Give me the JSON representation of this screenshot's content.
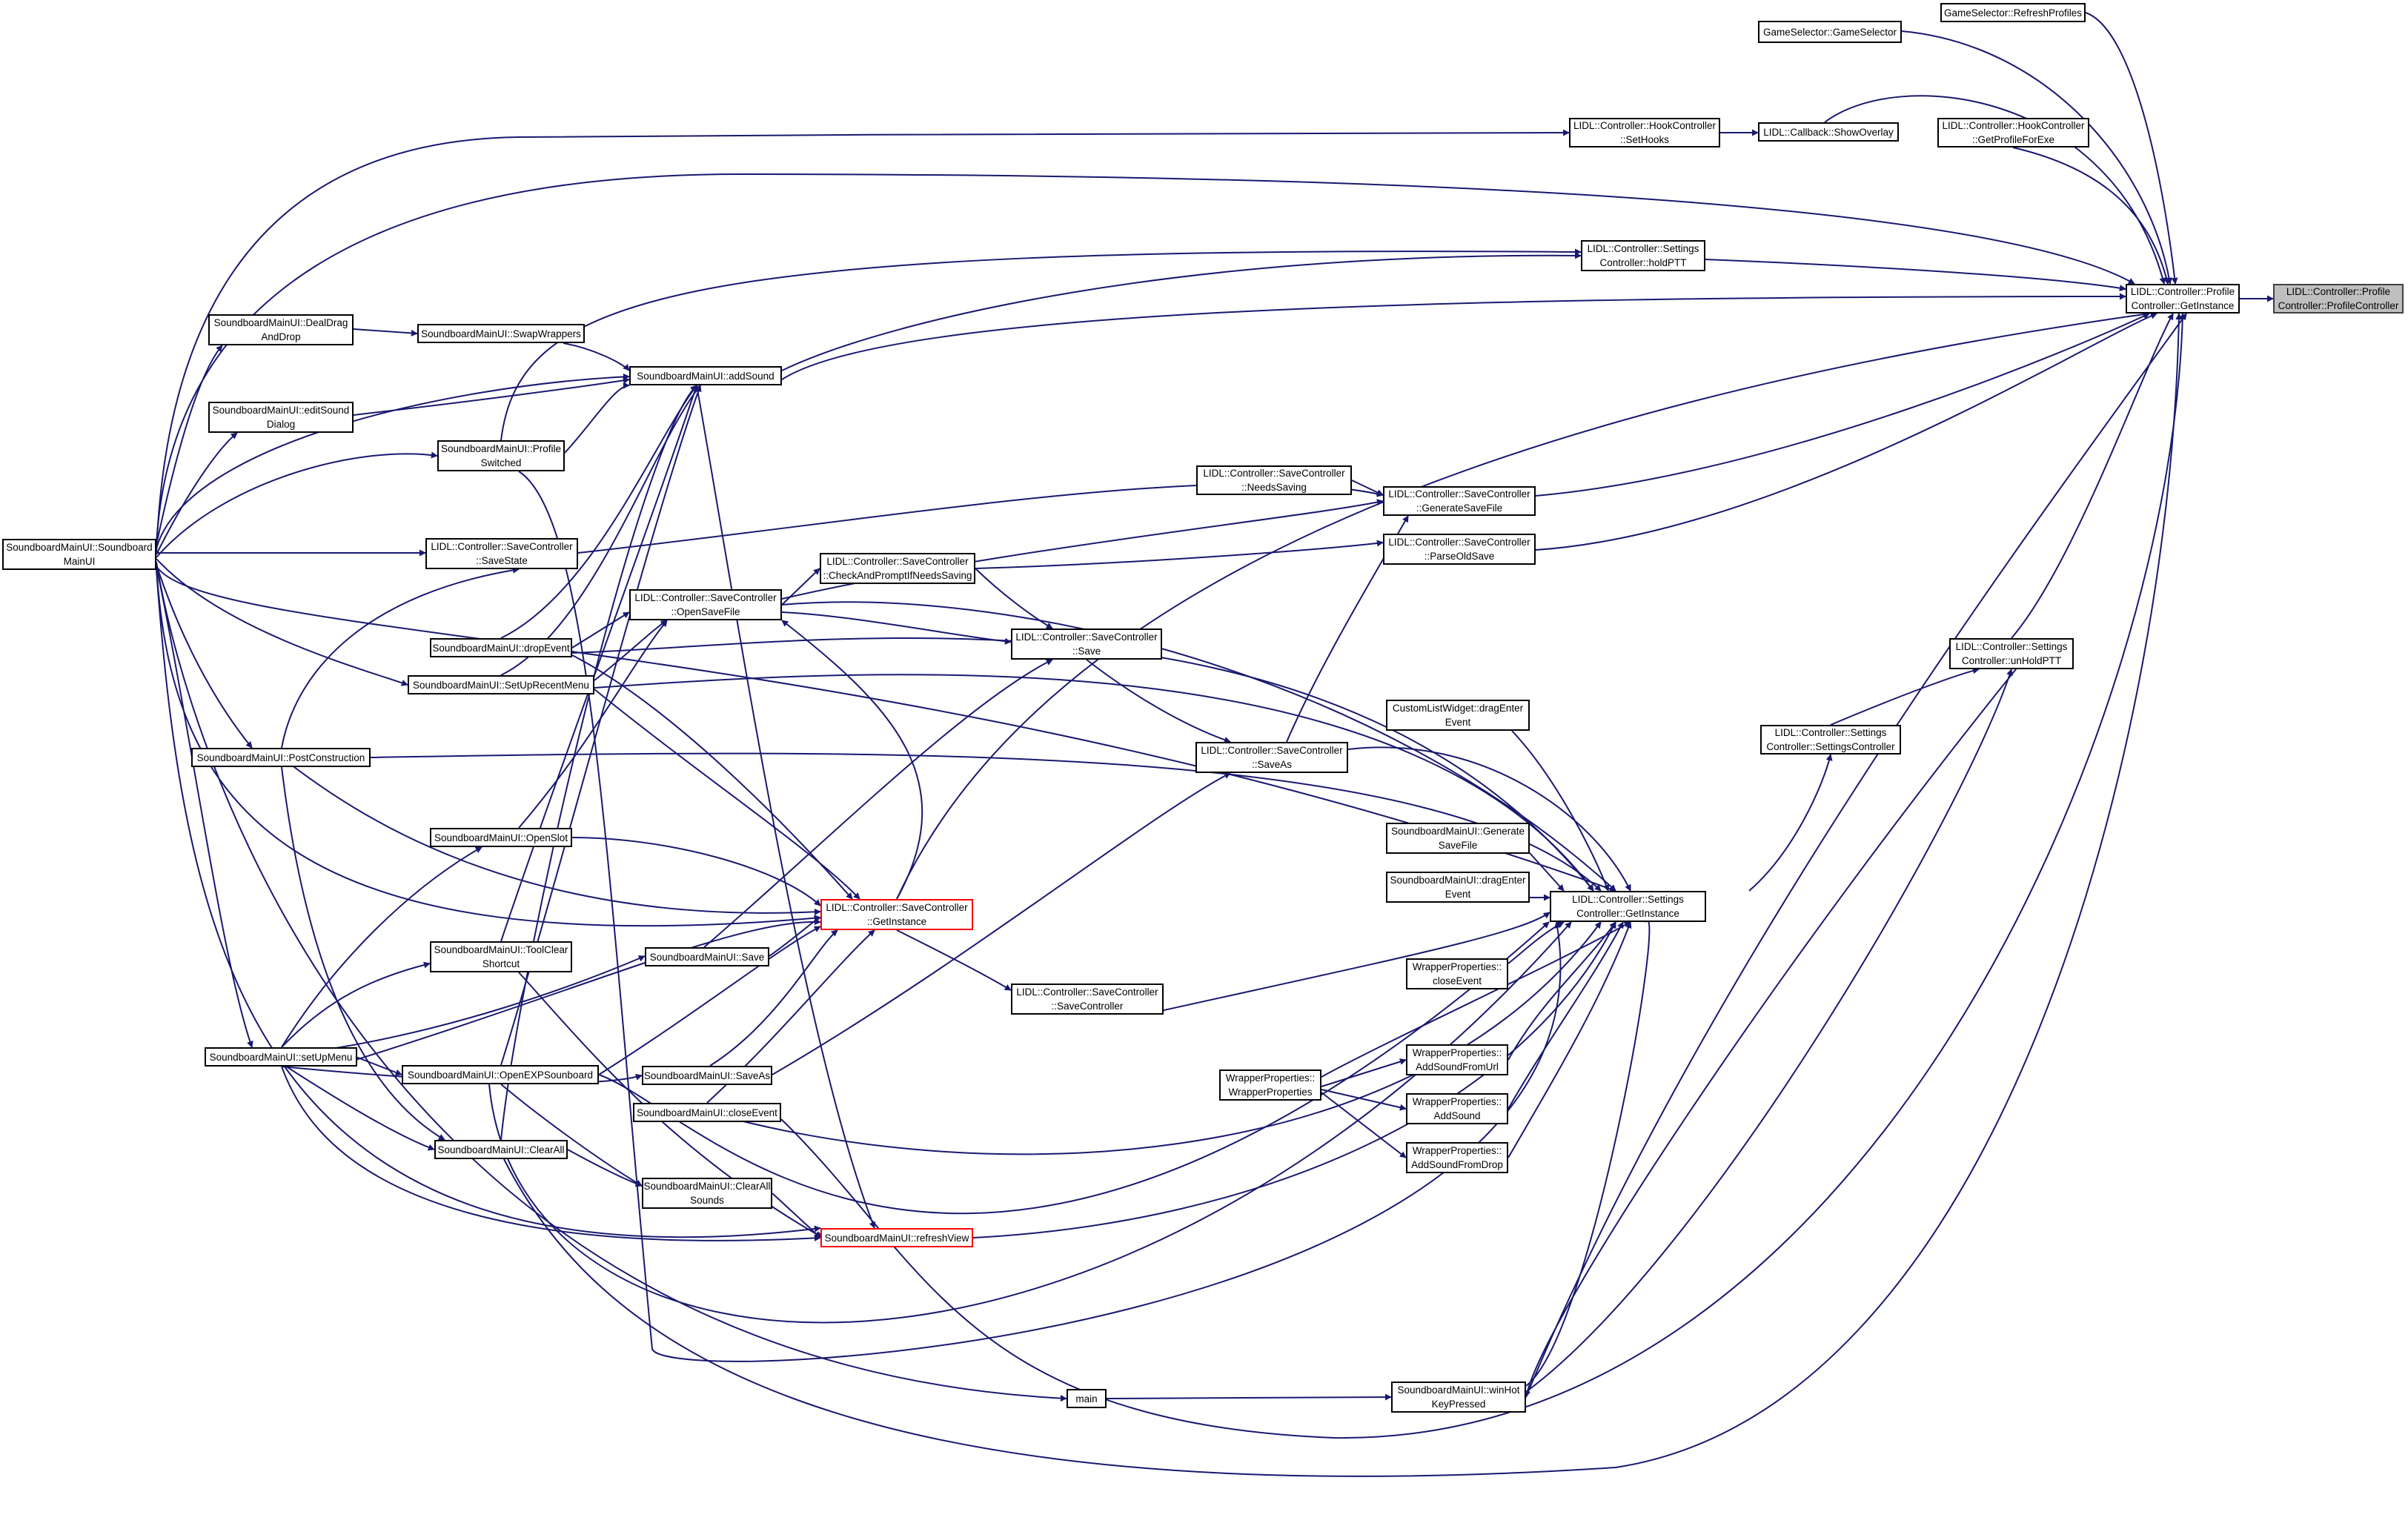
{
  "colors": {
    "edge": "#191970",
    "node_border": "#000000",
    "highlight_border": "#ff0000",
    "focus_fill": "#bfbfbf"
  },
  "nodes": [
    {
      "id": "profile_ctor",
      "lines": [
        "LIDL::Controller::Profile",
        "Controller::ProfileController"
      ]
    },
    {
      "id": "profile_getinst",
      "lines": [
        "LIDL::Controller::Profile",
        "Controller::GetInstance"
      ]
    },
    {
      "id": "gs_refresh",
      "lines": [
        "GameSelector::RefreshProfiles"
      ]
    },
    {
      "id": "gs_ctor",
      "lines": [
        "GameSelector::GameSelector"
      ]
    },
    {
      "id": "hook_sethooks",
      "lines": [
        "LIDL::Controller::HookController",
        "::SetHooks"
      ]
    },
    {
      "id": "cb_overlay",
      "lines": [
        "LIDL::Callback::ShowOverlay"
      ]
    },
    {
      "id": "hook_getprofile",
      "lines": [
        "LIDL::Controller::HookController",
        "::GetProfileForExe"
      ]
    },
    {
      "id": "set_holdptt",
      "lines": [
        "LIDL::Controller::Settings",
        "Controller::holdPTT"
      ]
    },
    {
      "id": "set_unholdptt",
      "lines": [
        "LIDL::Controller::Settings",
        "Controller::unHoldPTT"
      ]
    },
    {
      "id": "set_ctor",
      "lines": [
        "LIDL::Controller::Settings",
        "Controller::SettingsController"
      ]
    },
    {
      "id": "set_getinst",
      "lines": [
        "LIDL::Controller::Settings",
        "Controller::GetInstance"
      ]
    },
    {
      "id": "sc_needssaving",
      "lines": [
        "LIDL::Controller::SaveController",
        "::NeedsSaving"
      ]
    },
    {
      "id": "sc_generate",
      "lines": [
        "LIDL::Controller::SaveController",
        "::GenerateSaveFile"
      ]
    },
    {
      "id": "sc_parseold",
      "lines": [
        "LIDL::Controller::SaveController",
        "::ParseOldSave"
      ]
    },
    {
      "id": "sc_checkprompt",
      "lines": [
        "LIDL::Controller::SaveController",
        "::CheckAndPromptIfNeedsSaving"
      ]
    },
    {
      "id": "sc_opensave",
      "lines": [
        "LIDL::Controller::SaveController",
        "::OpenSaveFile"
      ]
    },
    {
      "id": "sc_savestate",
      "lines": [
        "LIDL::Controller::SaveController",
        "::SaveState"
      ]
    },
    {
      "id": "sc_save",
      "lines": [
        "LIDL::Controller::SaveController",
        "::Save"
      ]
    },
    {
      "id": "sc_saveas",
      "lines": [
        "LIDL::Controller::SaveController",
        "::SaveAs"
      ]
    },
    {
      "id": "sc_getinst",
      "lines": [
        "LIDL::Controller::SaveController",
        "::GetInstance"
      ],
      "highlight": true
    },
    {
      "id": "sc_ctor",
      "lines": [
        "LIDL::Controller::SaveController",
        "::SaveController"
      ]
    },
    {
      "id": "clw_dragenter",
      "lines": [
        "CustomListWidget::dragEnter",
        "Event"
      ]
    },
    {
      "id": "sm_gensave",
      "lines": [
        "SoundboardMainUI::Generate",
        "SaveFile"
      ]
    },
    {
      "id": "sm_dragenter",
      "lines": [
        "SoundboardMainUI::dragEnter",
        "Event"
      ]
    },
    {
      "id": "wp_close",
      "lines": [
        "WrapperProperties::",
        "closeEvent"
      ]
    },
    {
      "id": "wp_ctor",
      "lines": [
        "WrapperProperties::",
        "WrapperProperties"
      ]
    },
    {
      "id": "wp_addurl",
      "lines": [
        "WrapperProperties::",
        "AddSoundFromUrl"
      ]
    },
    {
      "id": "wp_addsound",
      "lines": [
        "WrapperProperties::",
        "AddSound"
      ]
    },
    {
      "id": "wp_adddrop",
      "lines": [
        "WrapperProperties::",
        "AddSoundFromDrop"
      ]
    },
    {
      "id": "sm_winhot",
      "lines": [
        "SoundboardMainUI::winHot",
        "KeyPressed"
      ]
    },
    {
      "id": "main",
      "lines": [
        "main"
      ]
    },
    {
      "id": "sm_ctor",
      "lines": [
        "SoundboardMainUI::Soundboard",
        "MainUI"
      ]
    },
    {
      "id": "sm_dealdrag",
      "lines": [
        "SoundboardMainUI::DealDrag",
        "AndDrop"
      ]
    },
    {
      "id": "sm_swap",
      "lines": [
        "SoundboardMainUI::SwapWrappers"
      ]
    },
    {
      "id": "sm_addsound",
      "lines": [
        "SoundboardMainUI::addSound"
      ]
    },
    {
      "id": "sm_editsound",
      "lines": [
        "SoundboardMainUI::editSound",
        "Dialog"
      ]
    },
    {
      "id": "sm_profsw",
      "lines": [
        "SoundboardMainUI::Profile",
        "Switched"
      ]
    },
    {
      "id": "sm_dropevent",
      "lines": [
        "SoundboardMainUI::dropEvent"
      ]
    },
    {
      "id": "sm_setuprecent",
      "lines": [
        "SoundboardMainUI::SetUpRecentMenu"
      ]
    },
    {
      "id": "sm_postcon",
      "lines": [
        "SoundboardMainUI::PostConstruction"
      ]
    },
    {
      "id": "sm_openslot",
      "lines": [
        "SoundboardMainUI::OpenSlot"
      ]
    },
    {
      "id": "sm_toolclear",
      "lines": [
        "SoundboardMainUI::ToolClear",
        "Shortcut"
      ]
    },
    {
      "id": "sm_save",
      "lines": [
        "SoundboardMainUI::Save"
      ]
    },
    {
      "id": "sm_setupmenu",
      "lines": [
        "SoundboardMainUI::setUpMenu"
      ]
    },
    {
      "id": "sm_openexp",
      "lines": [
        "SoundboardMainUI::OpenEXPSounboard"
      ]
    },
    {
      "id": "sm_saveas",
      "lines": [
        "SoundboardMainUI::SaveAs"
      ]
    },
    {
      "id": "sm_closeevent",
      "lines": [
        "SoundboardMainUI::closeEvent"
      ]
    },
    {
      "id": "sm_clearall",
      "lines": [
        "SoundboardMainUI::ClearAll"
      ]
    },
    {
      "id": "sm_clearallsounds",
      "lines": [
        "SoundboardMainUI::ClearAll",
        "Sounds"
      ]
    },
    {
      "id": "sm_refresh",
      "lines": [
        "SoundboardMainUI::refreshView"
      ],
      "highlight": true
    }
  ]
}
